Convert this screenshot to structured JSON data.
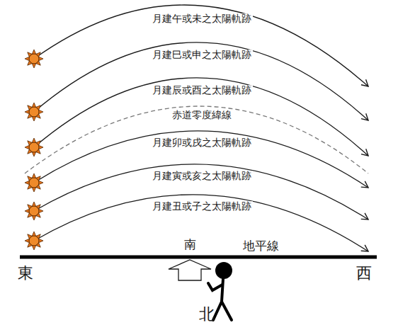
{
  "diagram": {
    "labels": [
      "月建午或未之太陽軌跡",
      "月建巳或申之太陽軌跡",
      "月建辰或酉之太陽軌跡",
      "赤道零度緯線",
      "月建卯或戌之太陽軌跡",
      "月建寅或亥之太陽軌跡",
      "月建丑或子之太陽軌跡",
      "南",
      "地平線",
      "東",
      "西",
      "北"
    ]
  }
}
